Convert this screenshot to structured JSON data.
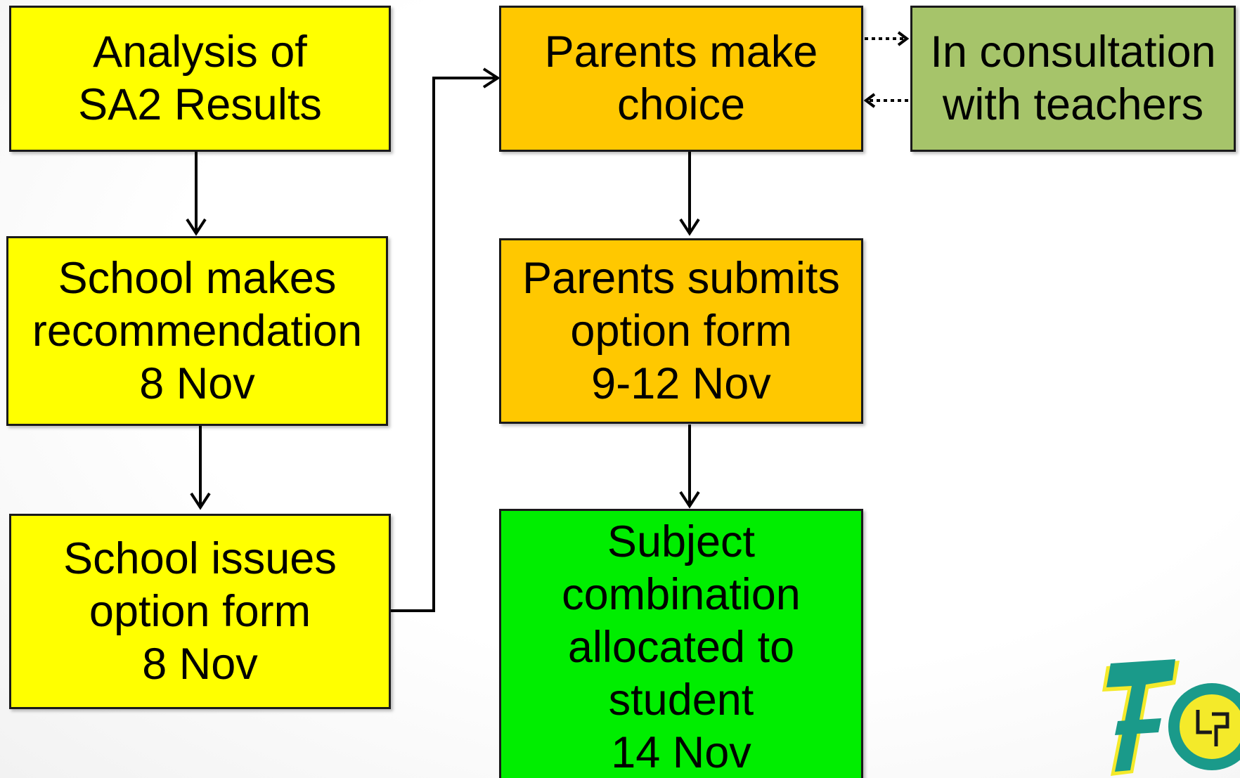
{
  "colors": {
    "yellow": "#ffff00",
    "orange": "#ffc800",
    "olive_green": "#a6c46a",
    "bright_green": "#00ee00",
    "border": "#1a1a1a",
    "logo_teal": "#1a9a8a",
    "logo_yellow": "#f4ea2a"
  },
  "boxes": {
    "analysis": {
      "line1": "Analysis of",
      "line2": "SA2 Results"
    },
    "recommendation": {
      "line1": "School makes",
      "line2": "recommendation",
      "line3": "8 Nov"
    },
    "issues_form": {
      "line1": "School issues",
      "line2": "option form",
      "line3": "8 Nov"
    },
    "parents_choice": {
      "line1": "Parents make",
      "line2": "choice"
    },
    "consultation": {
      "line1": "In consultation",
      "line2": "with teachers"
    },
    "submits_form": {
      "line1": "Parents submits",
      "line2": "option form",
      "line3": "9-12 Nov"
    },
    "allocation": {
      "line1": "Subject",
      "line2": "combination",
      "line3": "allocated to",
      "line4": "student",
      "line5": "14 Nov"
    }
  },
  "logo": {
    "icon": "anniversary-70-logo-icon"
  }
}
